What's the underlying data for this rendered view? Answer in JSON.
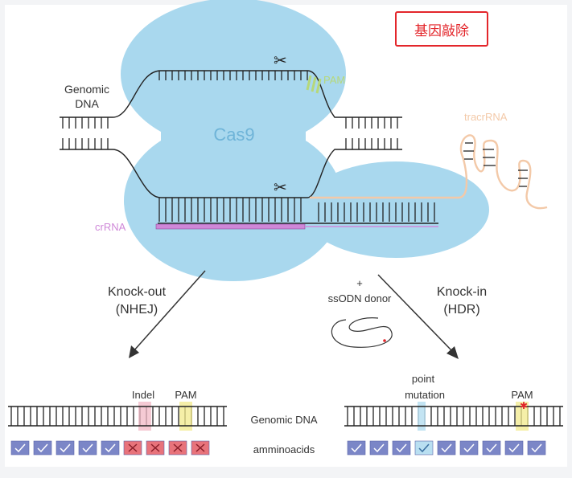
{
  "badge": {
    "text": "基因敲除",
    "color": "#e3262b"
  },
  "top": {
    "protein_label": "Cas9",
    "genomic_dna_label": [
      "Genomic",
      "DNA"
    ],
    "pam_label": "PAM",
    "tracrrna_label": "tracrRNA",
    "crrna_label": "crRNA"
  },
  "branches": {
    "left": {
      "line1": "Knock-out",
      "line2": "(NHEJ)"
    },
    "right": {
      "line1": "Knock-in",
      "line2": "(HDR)"
    },
    "donor": {
      "plus": "+",
      "label": "ssODN donor"
    }
  },
  "bottom": {
    "left_strand": {
      "indel_label": "Indel",
      "pam_label": "PAM"
    },
    "right_strand": {
      "point_label_1": "point",
      "point_label_2": "mutation",
      "pam_label": "PAM"
    },
    "row_labels": {
      "genomic": "Genomic DNA",
      "amino": "amminoacids"
    },
    "left_boxes": [
      "check",
      "check",
      "check",
      "check",
      "check",
      "cross",
      "cross",
      "cross",
      "cross"
    ],
    "right_boxes": [
      "check",
      "check",
      "check",
      "mutant",
      "check",
      "check",
      "check",
      "check",
      "check"
    ]
  },
  "colors": {
    "blob": "#a9d8ee",
    "cas9_text": "#6fb4d8",
    "pam_green": "#b6d87a",
    "tracr": "#f3c9a8",
    "crrna": "#cf88d8",
    "indel": "#f2b8c6",
    "pam_yellow": "#f1ea8b",
    "box_blue": "#7b86c7",
    "box_red": "#e8737b",
    "box_light": "#b9dff1"
  }
}
